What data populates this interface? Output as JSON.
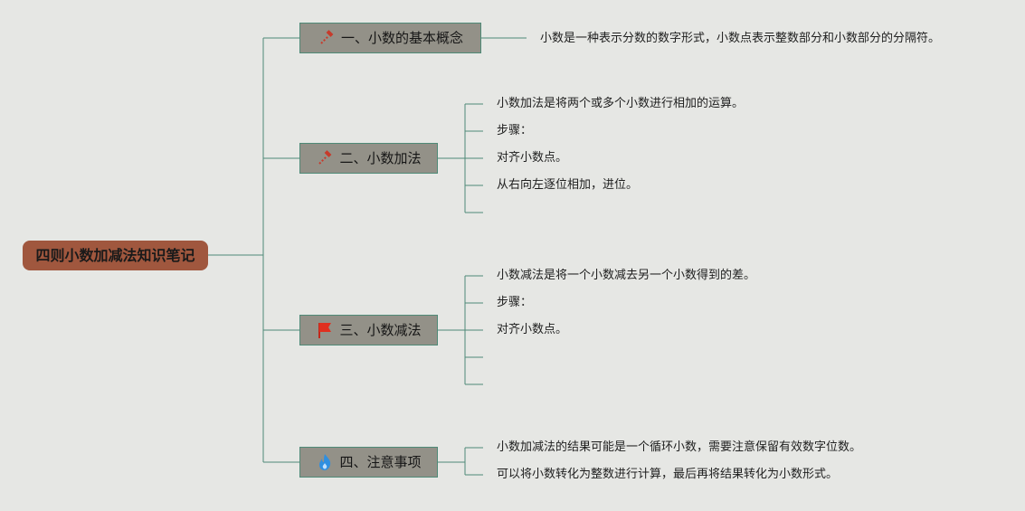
{
  "root": {
    "label": "四则小数加减法知识笔记"
  },
  "branches": [
    {
      "label": "一、小数的基本概念",
      "icon": "hammer-icon",
      "leaves": [
        "小数是一种表示分数的数字形式，小数点表示整数部分和小数部分的分隔符。"
      ]
    },
    {
      "label": "二、小数加法",
      "icon": "hammer-icon",
      "leaves": [
        "小数加法是将两个或多个小数进行相加的运算。",
        "步骤：",
        "对齐小数点。",
        "从右向左逐位相加，进位。",
        ""
      ]
    },
    {
      "label": "三、小数减法",
      "icon": "red-flag-icon",
      "leaves": [
        "小数减法是将一个小数减去另一个小数得到的差。",
        "步骤：",
        "对齐小数点。",
        "",
        ""
      ]
    },
    {
      "label": "四、注意事项",
      "icon": "blue-flame-icon",
      "leaves": [
        "小数加减法的结果可能是一个循环小数，需要注意保留有效数字位数。",
        "可以将小数转化为整数进行计算，最后再将结果转化为小数形式。"
      ]
    }
  ],
  "colors": {
    "background": "#e6e7e4",
    "root_fill": "#a0573e",
    "branch_fill": "#939188",
    "connector": "#4f8a77"
  }
}
